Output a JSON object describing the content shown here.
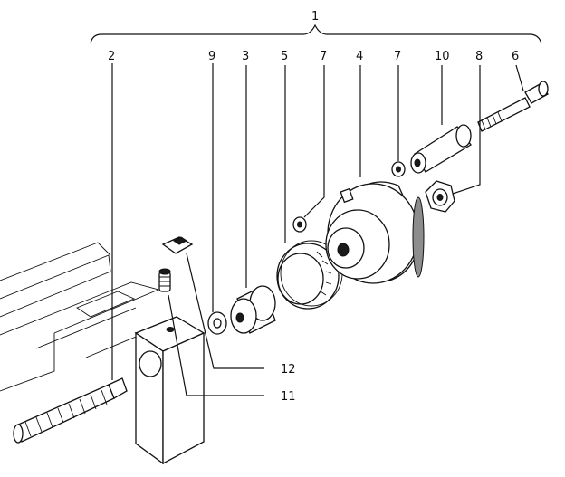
{
  "diagram": {
    "assembly_number": "1",
    "callouts": [
      {
        "id": "c2",
        "text": "2"
      },
      {
        "id": "c9",
        "text": "9"
      },
      {
        "id": "c3",
        "text": "3"
      },
      {
        "id": "c5",
        "text": "5"
      },
      {
        "id": "c7a",
        "text": "7"
      },
      {
        "id": "c4",
        "text": "4"
      },
      {
        "id": "c7b",
        "text": "7"
      },
      {
        "id": "c10",
        "text": "10"
      },
      {
        "id": "c8",
        "text": "8"
      },
      {
        "id": "c6",
        "text": "6"
      },
      {
        "id": "c12",
        "text": "12"
      },
      {
        "id": "c11",
        "text": "11"
      }
    ]
  },
  "colors": {
    "ink": "#111111",
    "paper": "#ffffff",
    "shade": "#8d8d8d"
  }
}
